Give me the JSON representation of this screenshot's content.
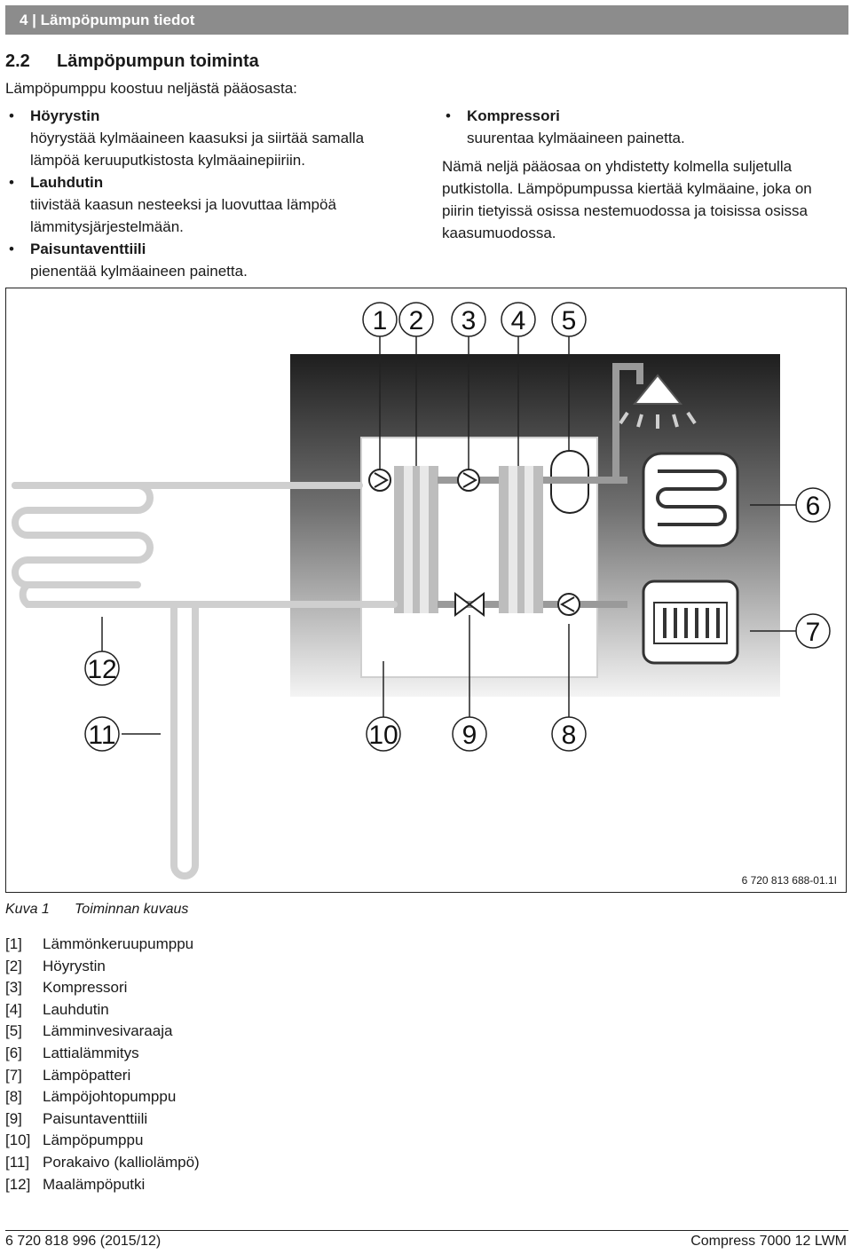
{
  "header": {
    "title": "4 | Lämpöpumpun tiedot"
  },
  "section": {
    "number": "2.2",
    "title": "Lämpöpumpun toiminta"
  },
  "intro": "Lämpöpumppu koostuu neljästä pääosasta:",
  "bullets_left": [
    {
      "term": "Höyrystin",
      "desc": "höyrystää kylmäaineen kaasuksi ja siirtää samalla lämpöä keruuputkistosta kylmäainepiiriin."
    },
    {
      "term": "Lauhdutin",
      "desc": "tiivistää kaasun nesteeksi ja luovuttaa lämpöä lämmitysjärjestelmään."
    },
    {
      "term": "Paisuntaventtiili",
      "desc": "pienentää kylmäaineen painetta."
    }
  ],
  "bullets_right": [
    {
      "term": "Kompressori",
      "desc": "suurentaa kylmäaineen painetta."
    }
  ],
  "right_paragraph": "Nämä neljä pääosaa on yhdistetty kolmella suljetulla putkistolla. Lämpöpumpussa kiertää kylmäaine, joka on piirin tietyissä osissa nestemuodossa ja toisissa osissa kaasumuodossa.",
  "figure": {
    "code": "6 720 813 688-01.1I",
    "callouts": [
      "1",
      "2",
      "3",
      "4",
      "5",
      "6",
      "7",
      "8",
      "9",
      "10",
      "11",
      "12"
    ]
  },
  "caption": {
    "label": "Kuva 1",
    "text": "Toiminnan kuvaus"
  },
  "legend": [
    {
      "idx": "[1]",
      "text": "Lämmönkeruupumppu"
    },
    {
      "idx": "[2]",
      "text": "Höyrystin"
    },
    {
      "idx": "[3]",
      "text": "Kompressori"
    },
    {
      "idx": "[4]",
      "text": "Lauhdutin"
    },
    {
      "idx": "[5]",
      "text": "Lämminvesivaraaja"
    },
    {
      "idx": "[6]",
      "text": "Lattialämmitys"
    },
    {
      "idx": "[7]",
      "text": "Lämpöpatteri"
    },
    {
      "idx": "[8]",
      "text": "Lämpöjohtopumppu"
    },
    {
      "idx": "[9]",
      "text": "Paisuntaventtiili"
    },
    {
      "idx": "[10]",
      "text": "Lämpöpumppu"
    },
    {
      "idx": "[11]",
      "text": "Porakaivo (kalliolämpö)"
    },
    {
      "idx": "[12]",
      "text": "Maalämpöputki"
    }
  ],
  "footer": {
    "left": "6 720 818 996 (2015/12)",
    "right": "Compress 7000 12 LWM"
  }
}
